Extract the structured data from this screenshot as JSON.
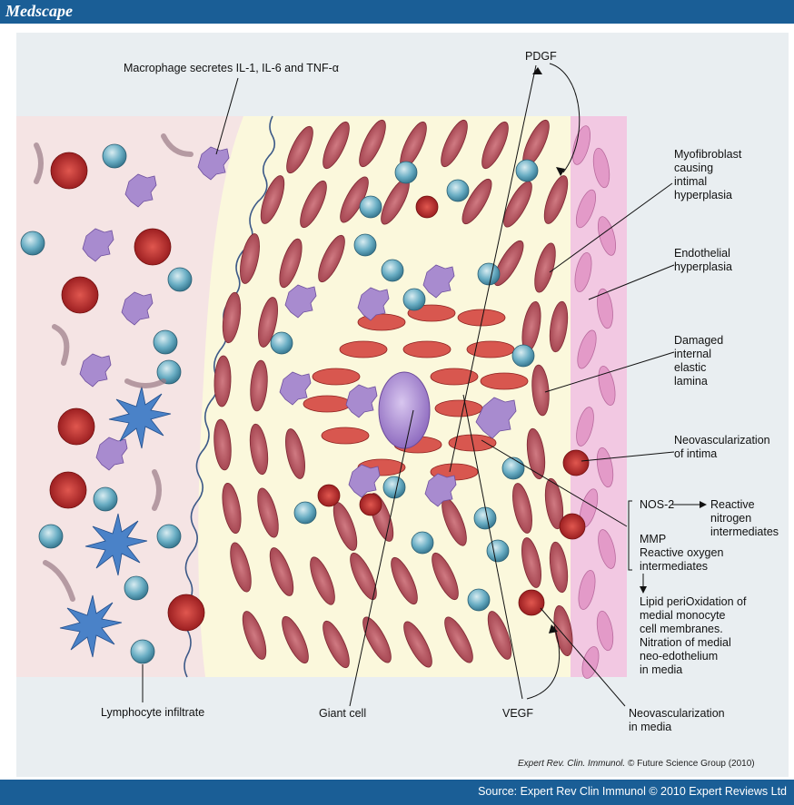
{
  "brand": "Medscape",
  "labels": {
    "macrophage": "Macrophage secretes IL-1, IL-6 and TNF-α",
    "pdgf": "PDGF",
    "myofibroblast": "Myofibroblast\ncausing\nintimal\nhyperplasia",
    "endothelial": "Endothelial\nhyperplasia",
    "damaged": "Damaged\ninternal\nelastic\nlamina",
    "neovasc_intima": "Neovascularization\nof intima",
    "nos2": "NOS-2",
    "reactive_nitrogen": "Reactive\nnitrogen\nintermediates",
    "mmp": "MMP\nReactive oxygen\nintermediates",
    "lipid": "Lipid periOxidation of\nmedial monocyte\ncell membranes.\nNitration of medial\nneo-edothelium\nin media",
    "lymphocyte": "Lymphocyte infiltrate",
    "giant_cell": "Giant cell",
    "vegf": "VEGF",
    "neovasc_media": "Neovascularization\nin media"
  },
  "credit": {
    "journal": "Expert Rev. Clin. Immunol.",
    "rest": "© Future Science Group (2010)"
  },
  "footer": "Source: Expert Rev Clin Immunol © 2010 Expert Reviews Ltd",
  "colors": {
    "header": "#1a5e96",
    "lumen": "#f5e4e4",
    "intima": "#fbf8dc",
    "smooth_muscle": "#b5535f",
    "macrophage": "#a88bcf",
    "lymphocyte": "#5fa3ba",
    "rbc": "#c0262c",
    "dendritic": "#4a82c8",
    "endothelium": "#e7a6cf"
  }
}
